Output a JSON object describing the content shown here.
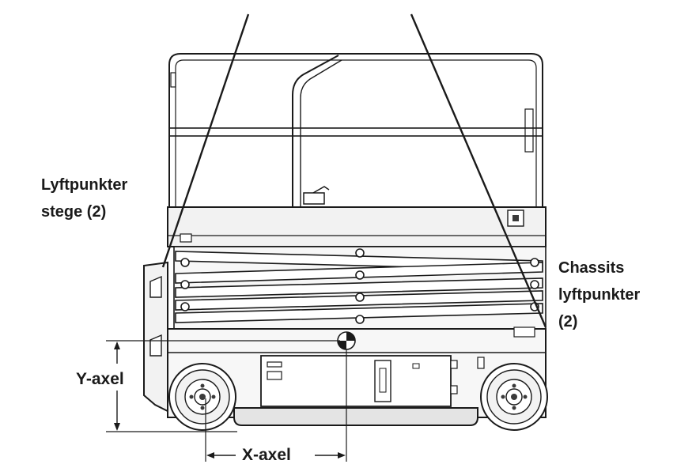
{
  "labels": {
    "lift_points_platform_line1": "Lyftpunkter",
    "lift_points_platform_line2": "stege (2)",
    "lift_points_chassis_line1": "Chassits",
    "lift_points_chassis_line2": "lyftpunkter",
    "lift_points_chassis_line3": "(2)",
    "y_axis": "Y-axel",
    "x_axis": "X-axel"
  },
  "colors": {
    "line": "#1a1a1a",
    "fill_light": "#f2f2f2",
    "fill_mid": "#e4e4e4",
    "fill_dark": "#3a3a3a"
  }
}
